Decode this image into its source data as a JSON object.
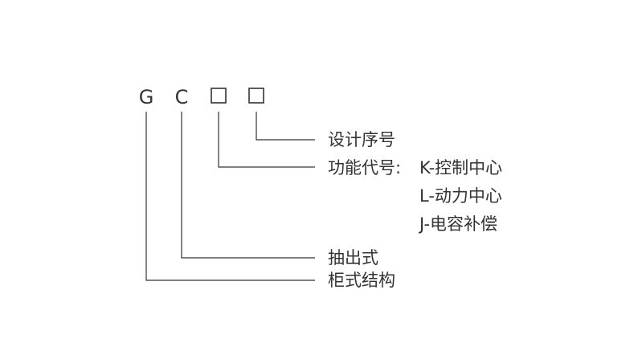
{
  "code": {
    "letter_1": "G",
    "letter_2": "C"
  },
  "labels": {
    "design_sequence": "设计序号",
    "function_code_heading": "功能代号:",
    "function_code_k": "K-控制中心",
    "function_code_l": "L-动力中心",
    "function_code_j": "J-电容补偿",
    "draw_out_type": "抽出式",
    "cabinet_structure": "柜式结构"
  },
  "colors": {
    "ink": "#333333",
    "background": "#ffffff"
  }
}
